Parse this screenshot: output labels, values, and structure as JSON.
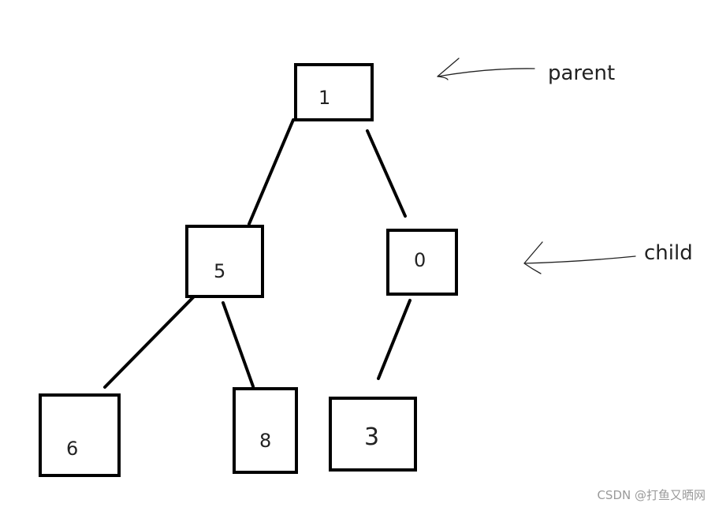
{
  "nodes": [
    {
      "id": "1",
      "label": "1"
    },
    {
      "id": "5",
      "label": "5"
    },
    {
      "id": "0",
      "label": "0"
    },
    {
      "id": "6",
      "label": "6"
    },
    {
      "id": "8",
      "label": "8"
    },
    {
      "id": "3",
      "label": "3"
    }
  ],
  "edges": [
    {
      "from": "1",
      "to": "5"
    },
    {
      "from": "1",
      "to": "0"
    },
    {
      "from": "5",
      "to": "6"
    },
    {
      "from": "5",
      "to": "8"
    },
    {
      "from": "0",
      "to": "3"
    }
  ],
  "annotations": {
    "parent": "parent",
    "child": "child"
  },
  "watermark": "CSDN @打鱼又晒网",
  "colors": {
    "stroke": "#000000",
    "text": "#222222",
    "watermark": "#9a9a9a"
  }
}
